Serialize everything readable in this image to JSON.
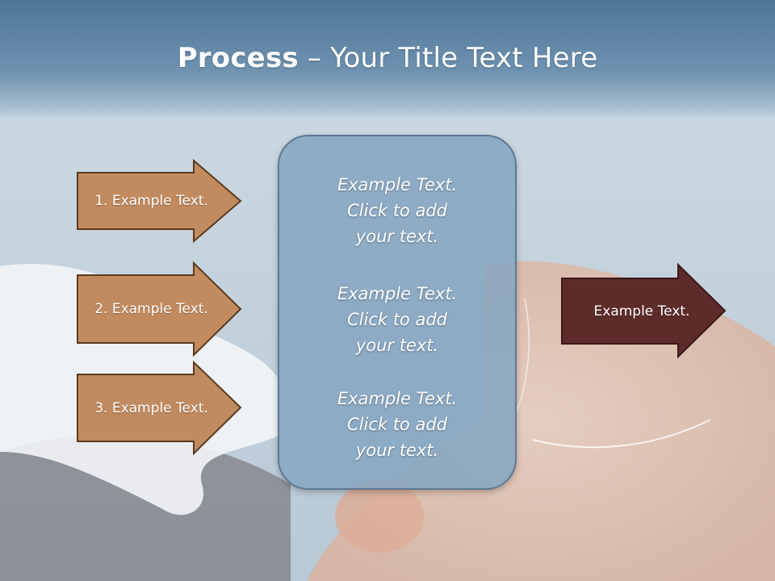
{
  "slide": {
    "title_bold": "Process",
    "title_rest": " – Your Title Text Here"
  },
  "colors": {
    "header": "#5b81a2",
    "left_arrow_fill": "#c28b5f",
    "left_arrow_border": "#5a3a1e",
    "right_arrow_fill": "#5e2b2b",
    "center_box_fill": "#84a5c0"
  },
  "left_arrows": [
    {
      "label": "1. Example Text."
    },
    {
      "label": "2. Example Text."
    },
    {
      "label": "3. Example Text."
    }
  ],
  "center_box": {
    "blocks": [
      {
        "line1": "Example Text.",
        "line2": "Click  to add",
        "line3": "your text."
      },
      {
        "line1": "Example Text.",
        "line2": "Click  to add",
        "line3": "your text."
      },
      {
        "line1": "Example Text.",
        "line2": "Click  to add",
        "line3": "your text."
      }
    ]
  },
  "right_arrow": {
    "label": "Example Text."
  }
}
